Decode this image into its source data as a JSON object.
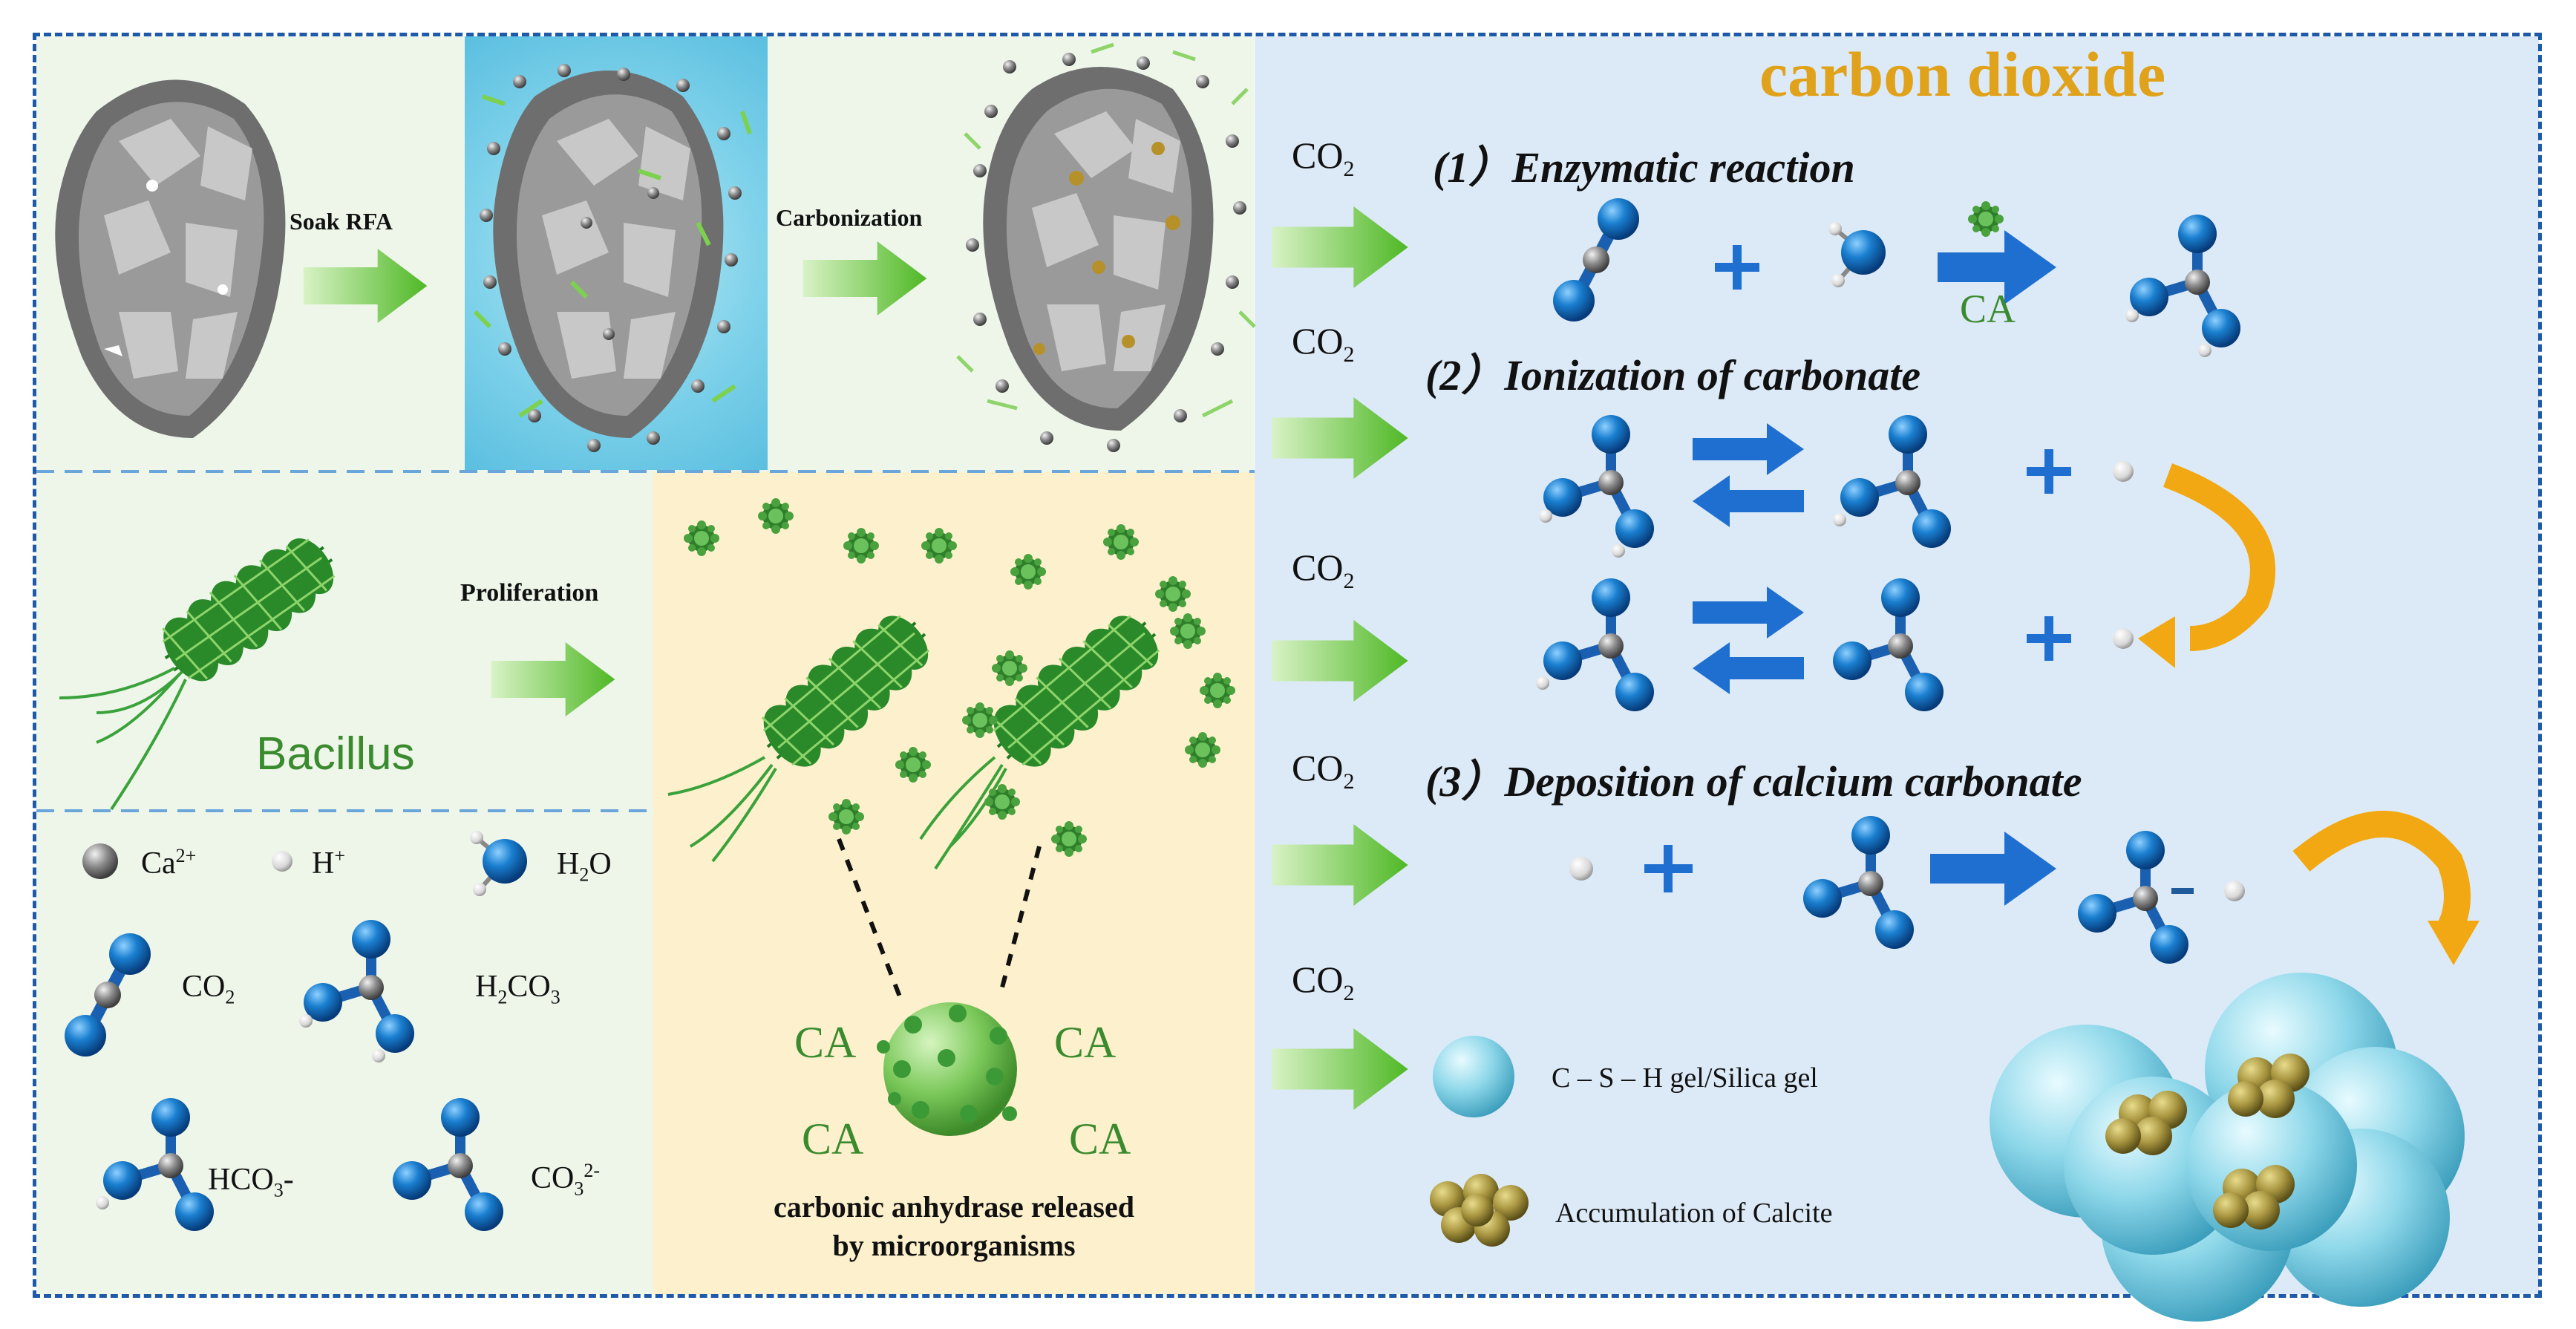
{
  "header": {
    "title": "carbon dioxide"
  },
  "process": {
    "step1": "Soak RFA",
    "step2": "Carbonization",
    "step3": "Proliferation",
    "organism": "Bacillus"
  },
  "legend_symbols": {
    "ca": "Ca",
    "ca_sup": "2+",
    "h": "H",
    "h_sup": "+",
    "h2o": "H",
    "h2o_sub": "2",
    "h2o_end": "O",
    "co2": "CO",
    "co2_sub": "2",
    "h2co3_h": "H",
    "h2co3_sub1": "2",
    "h2co3_c": "CO",
    "h2co3_sub2": "3",
    "hco3": "HCO",
    "hco3_sub": "3",
    "hco3_end": "-",
    "co3": "CO",
    "co3_sub": "3",
    "co3_sup": "2-"
  },
  "enzyme": {
    "ca_label": "CA",
    "caption_line1": "carbonic anhydrase released",
    "caption_line2": "by microorganisms"
  },
  "reactions": {
    "co2": "CO",
    "co2_sub": "2",
    "r1": "(1）Enzymatic reaction",
    "r1_catalyst": "CA",
    "r2": "(2）Ionization of carbonate",
    "r3": "(3）Deposition of calcium carbonate"
  },
  "products": {
    "gel": "C – S – H gel/Silica gel",
    "calcite": "Accumulation of Calcite"
  },
  "colors": {
    "frame": "#1e5aa8",
    "panel_left": "#eef6ea",
    "panel_enzyme": "#fdf0cc",
    "panel_right": "#dceaf7",
    "title": "#e0a21a",
    "ca_text": "#3a8a2e",
    "arrow_green": "#5cc02f",
    "arrow_blue": "#1f6fd1",
    "arrow_orange": "#f2a812"
  }
}
